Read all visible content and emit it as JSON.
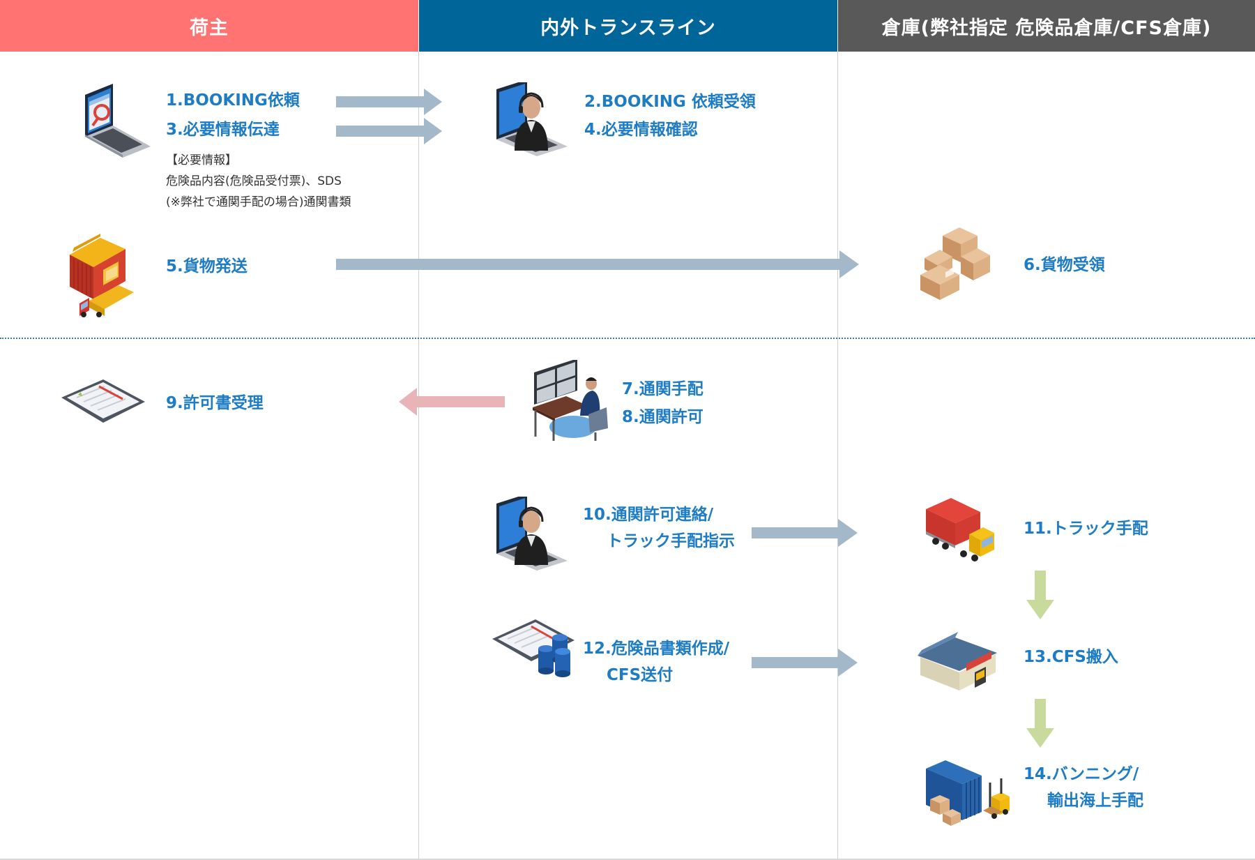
{
  "columns": {
    "shipper": {
      "title": "荷主",
      "color": "#ff7373"
    },
    "naigai": {
      "title": "内外トランスライン",
      "color": "#006699"
    },
    "warehouse": {
      "title": "倉庫(弊社指定 危険品倉庫/CFS倉庫)",
      "color": "#595959"
    }
  },
  "steps": {
    "s1": "1.BOOKING依頼",
    "s3": "3.必要情報伝達",
    "s2": "2.BOOKING 依頼受領",
    "s4": "4.必要情報確認",
    "s5": "5.貨物発送",
    "s6": "6.貨物受領",
    "s7": "7.通関手配",
    "s8": "8.通関許可",
    "s9": "9.許可書受理",
    "s10a": "10.通関許可連絡/",
    "s10b": "トラック手配指示",
    "s11": "11.トラック手配",
    "s12a": "12.危険品書類作成/",
    "s12b": "CFS送付",
    "s13": "13.CFS搬入",
    "s14a": "14.バンニング/",
    "s14b": "輸出海上手配"
  },
  "required_info": {
    "heading": "【必要情報】",
    "line1": "危険品内容(危険品受付票)、SDS",
    "line2": "(※弊社で通関手配の場合)通関書類"
  },
  "colors": {
    "step_text": "#1d7cc4",
    "arrow_flow": "#a3b9c9",
    "arrow_return": "#e8b4b8",
    "arrow_down": "#c8da9c",
    "divider": "#3b78a6"
  },
  "icons": {
    "shipper_request": "laptop-search-icon",
    "naigai_operator": "operator-laptop-icon",
    "shipper_dispatch": "warehouse-truck-icon",
    "warehouse_receive": "cardboard-boxes-icon",
    "customs_desk": "customs-operator-desk-icon",
    "permit_doc": "clipboard-document-icon",
    "naigai_contact": "operator-laptop-icon",
    "truck": "cargo-truck-icon",
    "dg_docs": "clipboard-drums-icon",
    "cfs_building": "cfs-warehouse-icon",
    "vanning": "container-forklift-icon"
  }
}
